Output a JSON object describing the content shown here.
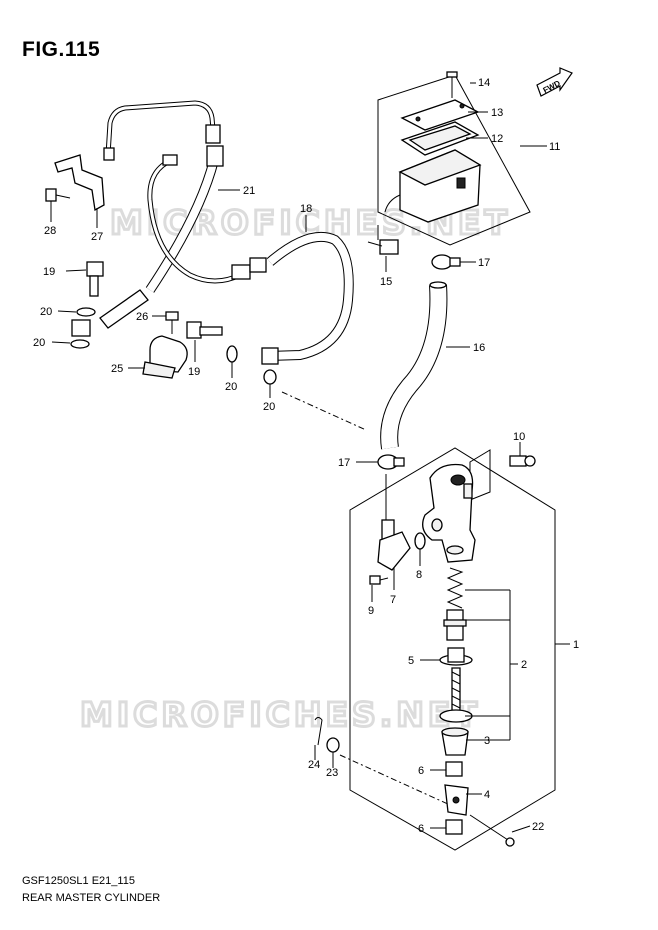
{
  "figure": {
    "title": "FIG.115",
    "code": "GSF1250SL1 E21_115",
    "caption": "REAR MASTER CYLINDER"
  },
  "watermark": "MICROFICHES.NET",
  "fwd_label": "FWD",
  "callouts": {
    "c1": "1",
    "c2": "2",
    "c3": "3",
    "c4": "4",
    "c5": "5",
    "c6a": "6",
    "c6b": "6",
    "c7": "7",
    "c8": "8",
    "c9": "9",
    "c10": "10",
    "c11": "11",
    "c12": "12",
    "c13": "13",
    "c14": "14",
    "c15": "15",
    "c16": "16",
    "c17a": "17",
    "c17b": "17",
    "c18": "18",
    "c19a": "19",
    "c19b": "19",
    "c20a": "20",
    "c20b": "20",
    "c20c": "20",
    "c20d": "20",
    "c21": "21",
    "c22": "22",
    "c23": "23",
    "c24": "24",
    "c25": "25",
    "c26": "26",
    "c27": "27",
    "c28": "28"
  }
}
